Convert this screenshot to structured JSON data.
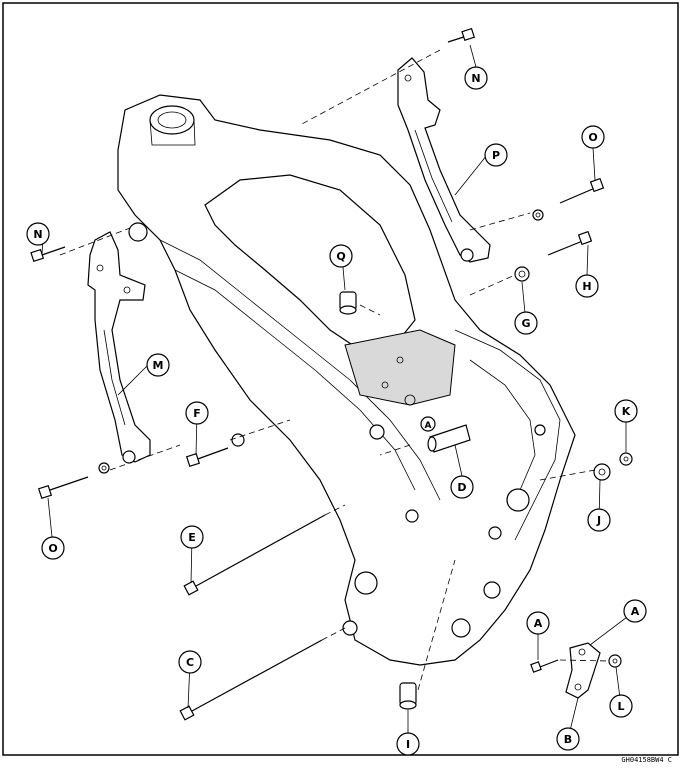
{
  "figure": {
    "callouts": [
      {
        "id": "N_top",
        "label": "N"
      },
      {
        "id": "N_left",
        "label": "N"
      },
      {
        "id": "O_top",
        "label": "O"
      },
      {
        "id": "O_left",
        "label": "O"
      },
      {
        "id": "P",
        "label": "P"
      },
      {
        "id": "H",
        "label": "H"
      },
      {
        "id": "Q",
        "label": "Q"
      },
      {
        "id": "G",
        "label": "G"
      },
      {
        "id": "M",
        "label": "M"
      },
      {
        "id": "F",
        "label": "F"
      },
      {
        "id": "K",
        "label": "K"
      },
      {
        "id": "D",
        "label": "D"
      },
      {
        "id": "J",
        "label": "J"
      },
      {
        "id": "E",
        "label": "E"
      },
      {
        "id": "C",
        "label": "C"
      },
      {
        "id": "A_bolt",
        "label": "A"
      },
      {
        "id": "A_bracket",
        "label": "A"
      },
      {
        "id": "A_frame",
        "label": "A"
      },
      {
        "id": "L",
        "label": "L"
      },
      {
        "id": "I",
        "label": "I"
      },
      {
        "id": "B",
        "label": "B"
      }
    ],
    "drawing_code": "GH04158BW4 C"
  }
}
